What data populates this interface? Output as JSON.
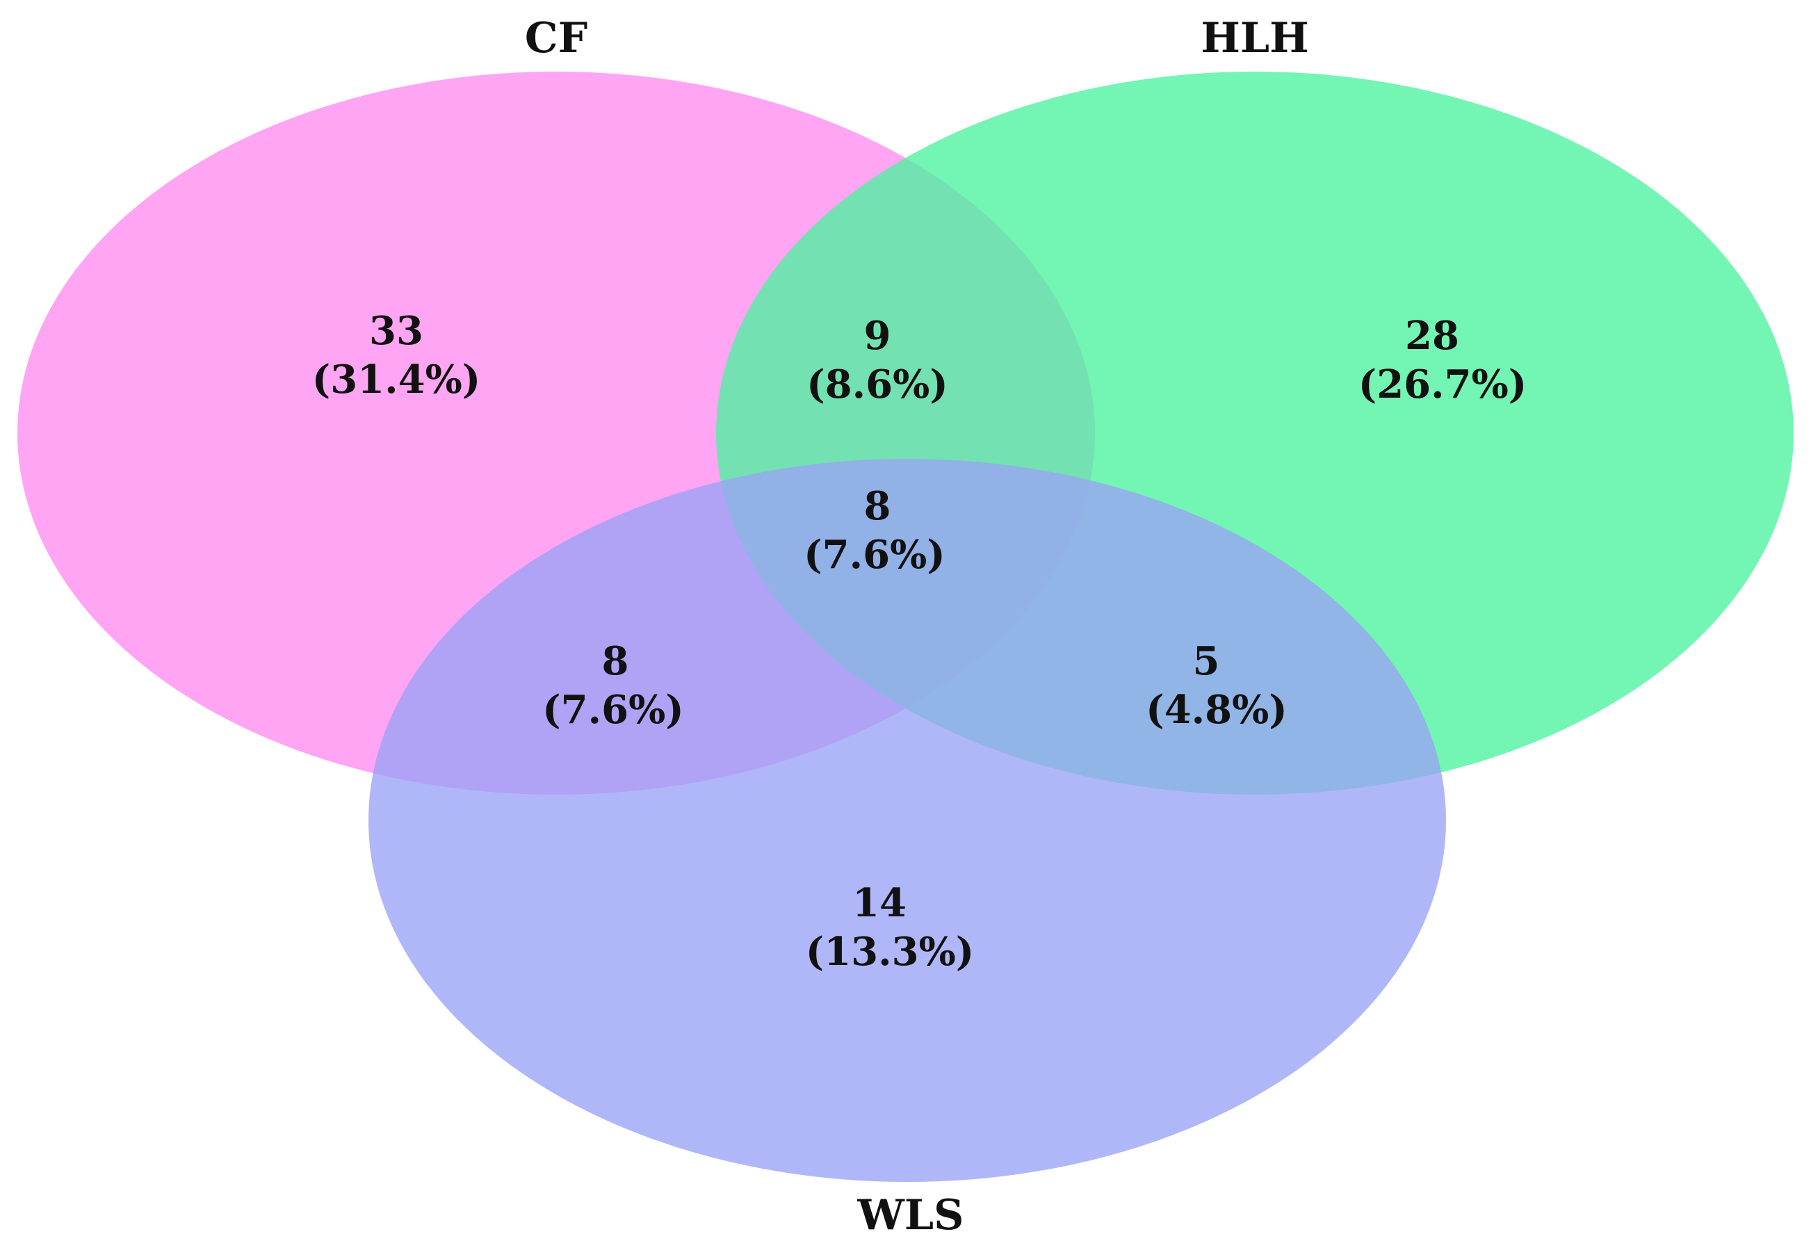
{
  "sets": [
    {
      "name": "CF",
      "color": "#FF8CF0"
    },
    {
      "name": "HLH",
      "color": "#4CF29E"
    },
    {
      "name": "WLS",
      "color": "#9AA3F6"
    }
  ],
  "regions": {
    "cf_only": {
      "count": "33",
      "percent": "(31.4%)"
    },
    "hlh_only": {
      "count": "28",
      "percent": "(26.7%)"
    },
    "wls_only": {
      "count": "14",
      "percent": "(13.3%)"
    },
    "cf_hlh": {
      "count": "9",
      "percent": "(8.6%)"
    },
    "cf_wls": {
      "count": "8",
      "percent": "(7.6%)"
    },
    "hlh_wls": {
      "count": "5",
      "percent": "(4.8%)"
    },
    "cf_hlh_wls": {
      "count": "8",
      "percent": "(7.6%)"
    }
  }
}
